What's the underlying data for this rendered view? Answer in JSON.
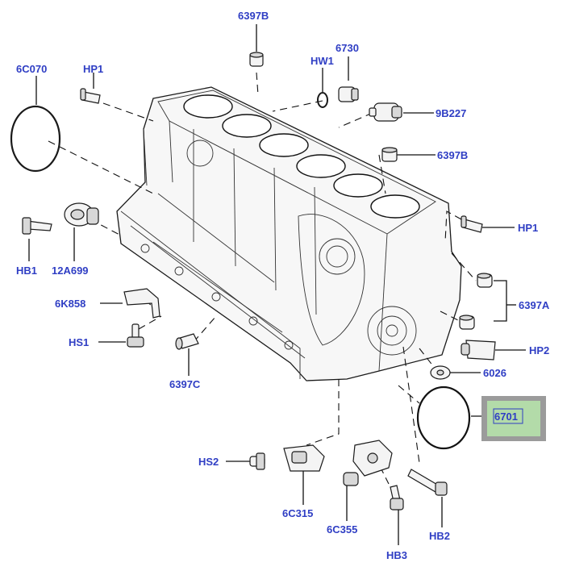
{
  "labels": {
    "l_6397B_top": "6397B",
    "l_6C070": "6C070",
    "l_HP1_left": "HP1",
    "l_HW1": "HW1",
    "l_6730": "6730",
    "l_9B227": "9B227",
    "l_6397B_right": "6397B",
    "l_HP1_right": "HP1",
    "l_HB1": "HB1",
    "l_12A699": "12A699",
    "l_6K858": "6K858",
    "l_HS1": "HS1",
    "l_6397C": "6397C",
    "l_6397A": "6397A",
    "l_HP2": "HP2",
    "l_6026": "6026",
    "l_6701": "6701",
    "l_HS2": "HS2",
    "l_6C315": "6C315",
    "l_6C355": "6C355",
    "l_HB2": "HB2",
    "l_HB3": "HB3"
  },
  "highlight": {
    "label": "6701",
    "outer_color": "#9b9b9b",
    "inner_color": "#b3dba9"
  },
  "colors": {
    "label": "#2f3ec4",
    "line": "#111111"
  }
}
